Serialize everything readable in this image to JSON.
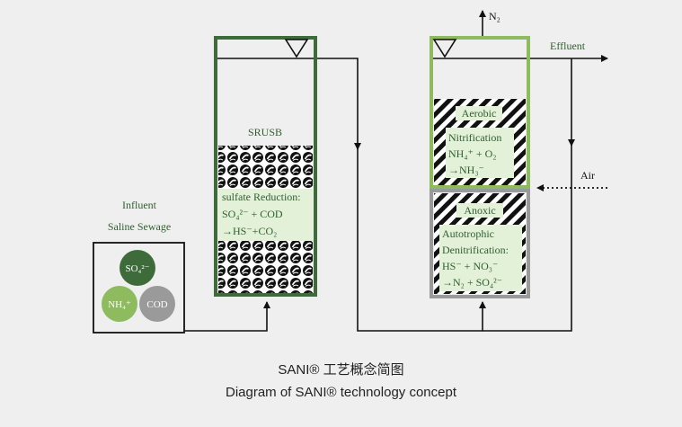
{
  "gas": {
    "n2": "N₂",
    "air": "Air"
  },
  "effluent_label": "Effluent",
  "influent": {
    "line1": "Influent",
    "line2": "Saline Sewage"
  },
  "circles": {
    "so4": "SO₄²⁻",
    "nh4": "NH₄⁺",
    "cod": "COD"
  },
  "srusb": {
    "title": "SRUSB",
    "lines": [
      "sulfate Reduction:",
      "SO₄²⁻ + COD",
      "→HS⁻+CO₂"
    ]
  },
  "aerobic": {
    "label": "Aerobic",
    "lines": [
      "Nitrification",
      "NH₄⁺ + O₂",
      "→NH₃⁻"
    ]
  },
  "anoxic": {
    "label": "Anoxic",
    "lines": [
      "Autotrophic",
      "Denitrification:",
      "HS⁻ + NO₃⁻",
      "→N₂ + SO₄²⁻"
    ]
  },
  "caption": {
    "line1": "SANI® 工艺概念简图",
    "line2": "Diagram of SANI® technology concept"
  },
  "colors": {
    "dark_green": "#3e6b3a",
    "light_green": "#8dbb5e",
    "mid_green": "#7ea658",
    "gray": "#9a9a9a",
    "fill_light": "#e3f1d8",
    "text_green": "#2f5e2f"
  }
}
